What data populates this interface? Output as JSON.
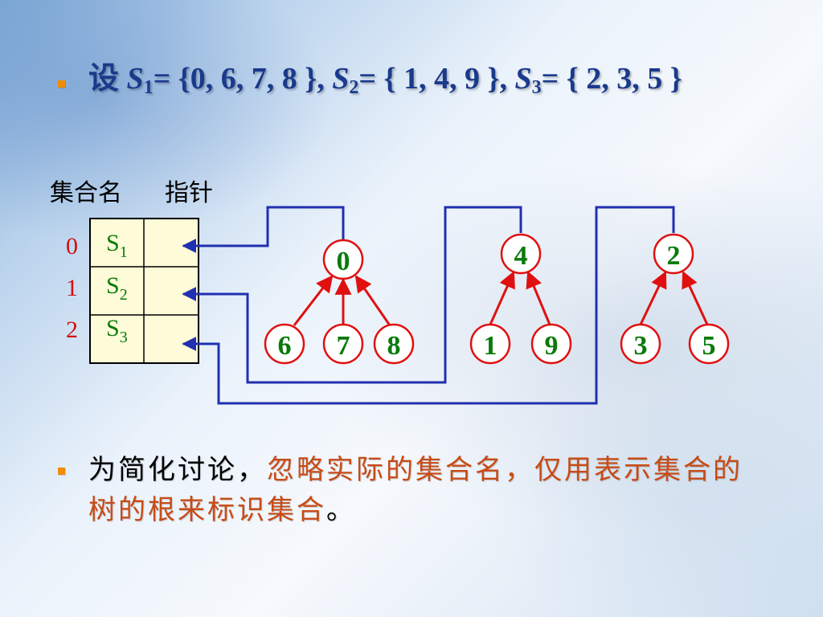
{
  "bullet1": {
    "prefix": "设 ",
    "s1": "S",
    "s1_sub": "1",
    "s1_value": "= {0, 6, 7, 8 }, ",
    "s2": "S",
    "s2_sub": "2",
    "s2_value": "= { 1, 4, 9 }, ",
    "s3": "S",
    "s3_sub": "3",
    "s3_value": "= { 2, 3, 5 }"
  },
  "table": {
    "header_name": "集合名",
    "header_pointer": "指针",
    "rows": [
      {
        "index": "0",
        "name": "S",
        "sub": "1"
      },
      {
        "index": "1",
        "name": "S",
        "sub": "2"
      },
      {
        "index": "2",
        "name": "S",
        "sub": "3"
      }
    ]
  },
  "trees": [
    {
      "root": "0",
      "children": [
        "6",
        "7",
        "8"
      ]
    },
    {
      "root": "4",
      "children": [
        "1",
        "9"
      ]
    },
    {
      "root": "2",
      "children": [
        "3",
        "5"
      ]
    }
  ],
  "bullet2": {
    "plain": "为简化讨论，",
    "emphasis": "忽略实际的集合名，仅用表示集合的树的根来标识集合",
    "end": "。"
  },
  "colors": {
    "node_text": "#0a7a0a",
    "node_stroke": "#e01010",
    "pointer_line": "#2030b0",
    "bullet_text": "#1a3a8c",
    "emphasis_text": "#c84b16",
    "index_text": "#d01010",
    "bullet_square": "#f28c00"
  }
}
